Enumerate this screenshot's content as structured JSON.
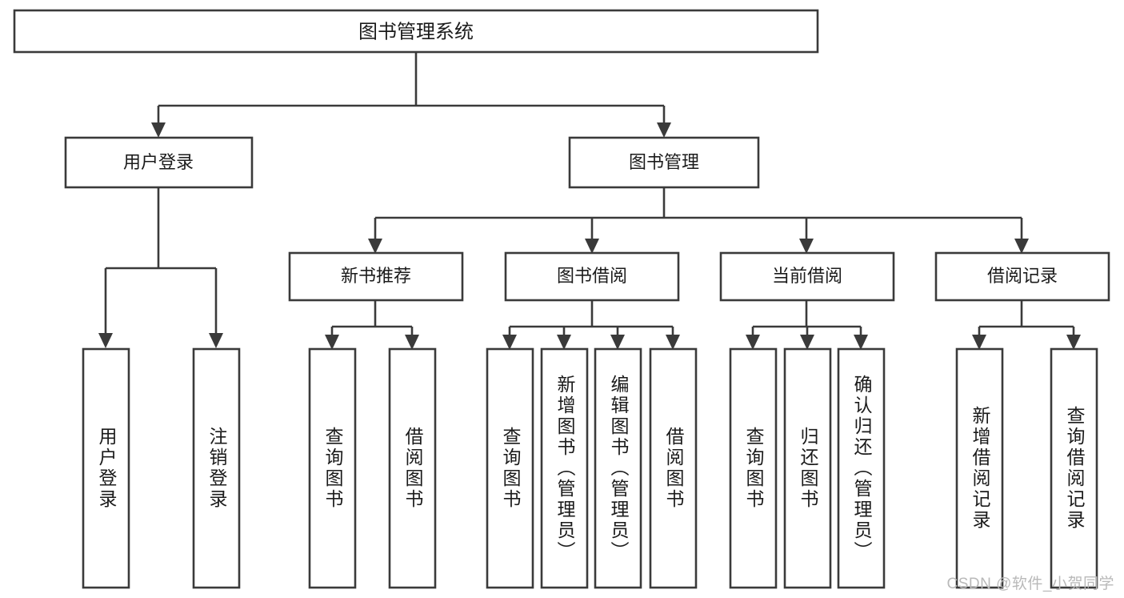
{
  "diagram": {
    "type": "hierarchy-tree",
    "title": "图书管理系统",
    "watermark": "CSDN @软件_小贺同学",
    "colors": {
      "box_stroke": "#3a3a3a",
      "box_fill": "#ffffff",
      "connector": "#3a3a3a",
      "text": "#1b1b1b",
      "watermark": "#b9b9b9",
      "background": "#ffffff"
    },
    "root": {
      "label": "图书管理系统"
    },
    "level1": [
      {
        "label": "用户登录"
      },
      {
        "label": "图书管理"
      }
    ],
    "level2": [
      {
        "label": "新书推荐"
      },
      {
        "label": "图书借阅"
      },
      {
        "label": "当前借阅"
      },
      {
        "label": "借阅记录"
      }
    ],
    "leaves": {
      "user_login": [
        {
          "label": "用户登录"
        },
        {
          "label": "注销登录"
        }
      ],
      "new_book_recommend": [
        {
          "label": "查询图书"
        },
        {
          "label": "借阅图书"
        }
      ],
      "book_borrow": [
        {
          "label": "查询图书"
        },
        {
          "label": "新增图书（管理员）"
        },
        {
          "label": "编辑图书（管理员）"
        },
        {
          "label": "借阅图书"
        }
      ],
      "current_borrow": [
        {
          "label": "查询图书"
        },
        {
          "label": "归还图书"
        },
        {
          "label": "确认归还（管理员）"
        }
      ],
      "borrow_record": [
        {
          "label": "新增借阅记录"
        },
        {
          "label": "查询借阅记录"
        }
      ]
    }
  }
}
